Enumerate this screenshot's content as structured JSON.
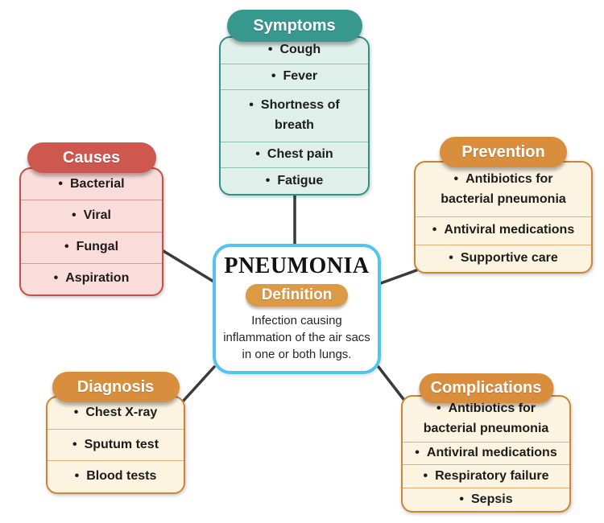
{
  "ui": {
    "bullet": "•"
  },
  "center": {
    "title": "PNEUMONIA",
    "badge": "Definition",
    "description": "Infection causing inflammation of the air sacs in one or both lungs."
  },
  "branches": {
    "symptoms": {
      "title": "Symptoms",
      "items": [
        "Cough",
        "Fever",
        "Shortness of breath",
        "Chest pain",
        "Fatigue"
      ]
    },
    "causes": {
      "title": "Causes",
      "items": [
        "Bacterial",
        "Viral",
        "Fungal",
        "Aspiration"
      ]
    },
    "prevention": {
      "title": "Prevention",
      "items": [
        "Antibiotics for bacterial pneumonia",
        "Antiviral medications",
        "Supportive care"
      ]
    },
    "diagnosis": {
      "title": "Diagnosis",
      "items": [
        "Chest X-ray",
        "Sputum test",
        "Blood tests"
      ]
    },
    "complications": {
      "title": "Complications",
      "items": [
        "Antibiotics for bacterial pneumonia",
        "Antiviral medications",
        "Respiratory failure",
        "Sepsis"
      ]
    }
  },
  "colors": {
    "teal_header": "#379890",
    "red_header": "#ce574e",
    "orange_header": "#d98e3e",
    "definition_badge": "#dd9a46",
    "center_border": "#54c3ee",
    "mint_body": "#dff0eb",
    "pink_body": "#fadcda",
    "cream_body": "#fcf3e1",
    "connector_line": "#3b3b3b"
  }
}
